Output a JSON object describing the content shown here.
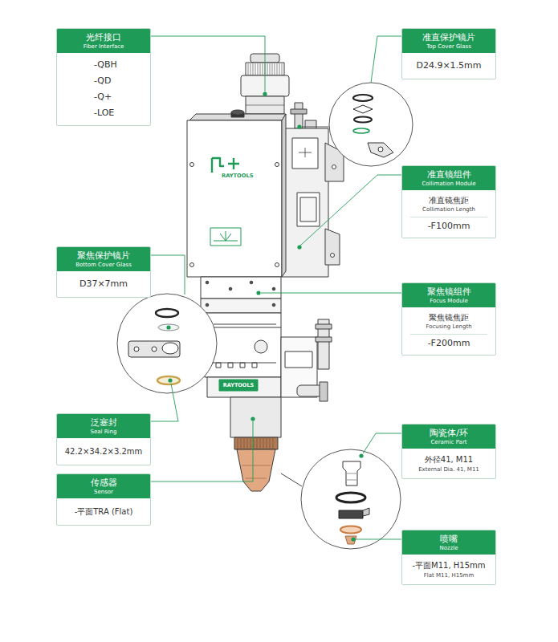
{
  "diagram": {
    "nodes": [
      {
        "text": [
          "光纤接口",
          "Fiber Interface",
          "-QBH",
          "-QD",
          "-Q+",
          "-LOE"
        ]
      },
      {
        "text": [
          "准直保护镜片",
          "Top Cover Glass",
          "D24.9×1.5mm"
        ]
      },
      {
        "text": [
          "准直镜组件",
          "Collimation Module",
          "准直镜焦距",
          "Collimation Length",
          "-F100mm"
        ]
      },
      {
        "text": [
          "聚焦保护镜片",
          "Bottom Cover Glass",
          "D37×7mm"
        ]
      },
      {
        "text": [
          "聚焦镜组件",
          "Focus Module",
          "聚焦镜焦距",
          "Focusing Length",
          "-F200mm"
        ]
      },
      {
        "text": [
          "泛塞封",
          "Seal Ring",
          "42.2×34.2×3.2mm"
        ]
      },
      {
        "text": [
          "传感器",
          "Sensor",
          "-平面TRA (Flat)"
        ]
      },
      {
        "text": [
          "陶瓷体/环",
          "Ceramic Part",
          "外径41, M11",
          "External Dia. 41, M11"
        ]
      },
      {
        "text": [
          "喷嘴",
          "Nozzle",
          "-平面M11, H15mm",
          "Flat M11, H15mm"
        ]
      }
    ],
    "labels": [
      "RAYTOOLS",
      "RAYTOOLS"
    ]
  }
}
